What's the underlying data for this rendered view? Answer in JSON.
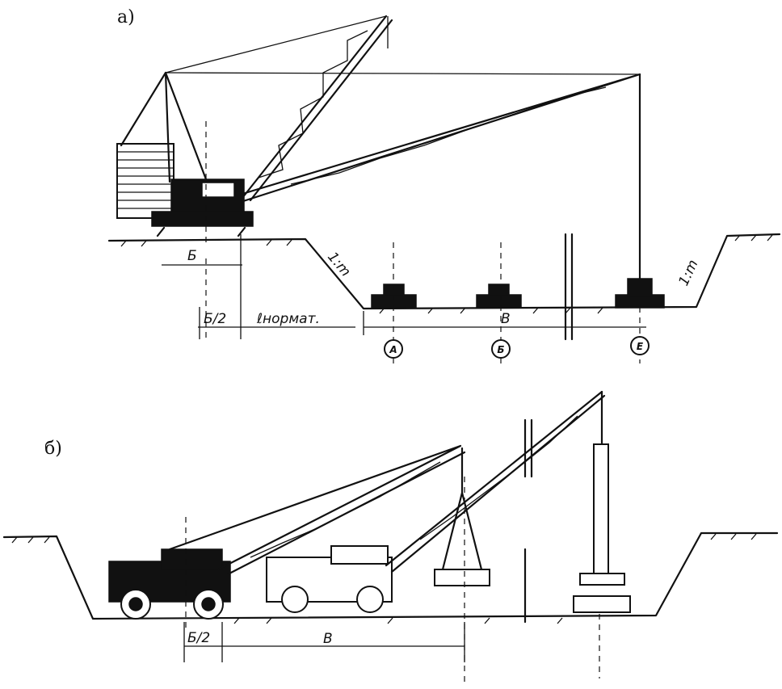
{
  "panel_a": {
    "label": "а)",
    "slope_left": "1:m",
    "slope_right": "1:m",
    "dim_base": "Б",
    "dim_half_base": "Б/2",
    "dim_norm": "ℓнормат.",
    "dim_span": "В",
    "axes": [
      "А",
      "Б",
      "Е"
    ]
  },
  "panel_b": {
    "label": "б)",
    "dim_half_base": "Б/2",
    "dim_span": "В"
  }
}
